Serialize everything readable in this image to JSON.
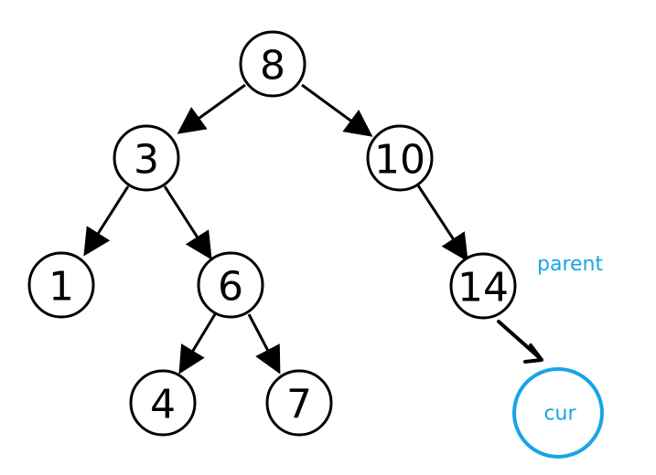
{
  "diagram": {
    "nodes": [
      {
        "id": "n8",
        "label": "8"
      },
      {
        "id": "n3",
        "label": "3"
      },
      {
        "id": "n10",
        "label": "10"
      },
      {
        "id": "n1",
        "label": "1"
      },
      {
        "id": "n6",
        "label": "6"
      },
      {
        "id": "n14",
        "label": "14"
      },
      {
        "id": "n4",
        "label": "4"
      },
      {
        "id": "n7",
        "label": "7"
      },
      {
        "id": "ncur",
        "label": "cur",
        "color": "#1aa3e8"
      }
    ],
    "edges": [
      {
        "from": "n8",
        "to": "n3"
      },
      {
        "from": "n8",
        "to": "n10"
      },
      {
        "from": "n3",
        "to": "n1"
      },
      {
        "from": "n3",
        "to": "n6"
      },
      {
        "from": "n10",
        "to": "n14"
      },
      {
        "from": "n6",
        "to": "n4"
      },
      {
        "from": "n6",
        "to": "n7"
      },
      {
        "from": "n14",
        "to": "ncur"
      }
    ],
    "annotations": {
      "parent_label": "parent",
      "parent_color": "#1aa3e8"
    }
  }
}
